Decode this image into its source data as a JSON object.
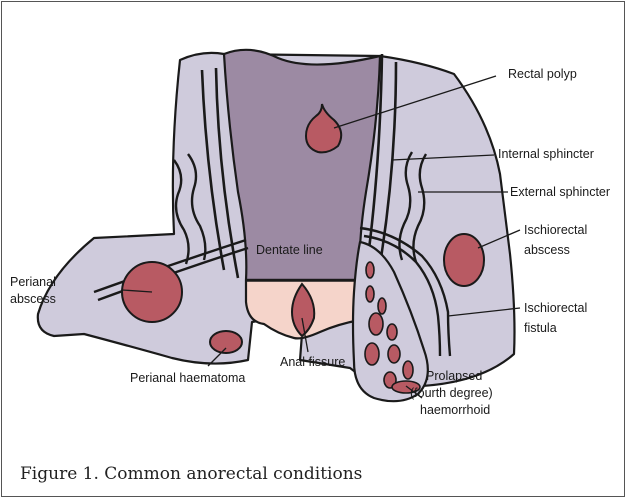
{
  "colors": {
    "tissue": "#cfcbdc",
    "rectum": "#9c8aa3",
    "anal_canal": "#f5d4ca",
    "lesion": "#b85a63",
    "outline": "#1a1a1a"
  },
  "labels": {
    "rectal_polyp": "Rectal polyp",
    "internal_sphincter": "Internal sphincter",
    "external_sphincter": "External sphincter",
    "ischiorectal_abscess_1": "Ischiorectal",
    "ischiorectal_abscess_2": "abscess",
    "dentate_line": "Dentate line",
    "perianal_abscess_1": "Perianal",
    "perianal_abscess_2": "abscess",
    "ischiorectal_fistula_1": "Ischiorectal",
    "ischiorectal_fistula_2": "fistula",
    "anal_fissure": "Anal fissure",
    "perianal_haematoma": "Perianal haematoma",
    "prolapsed_1": "Prolapsed",
    "prolapsed_2": "(fourth degree)",
    "prolapsed_3": "haemorrhoid"
  },
  "caption": "Figure 1. Common anorectal conditions"
}
